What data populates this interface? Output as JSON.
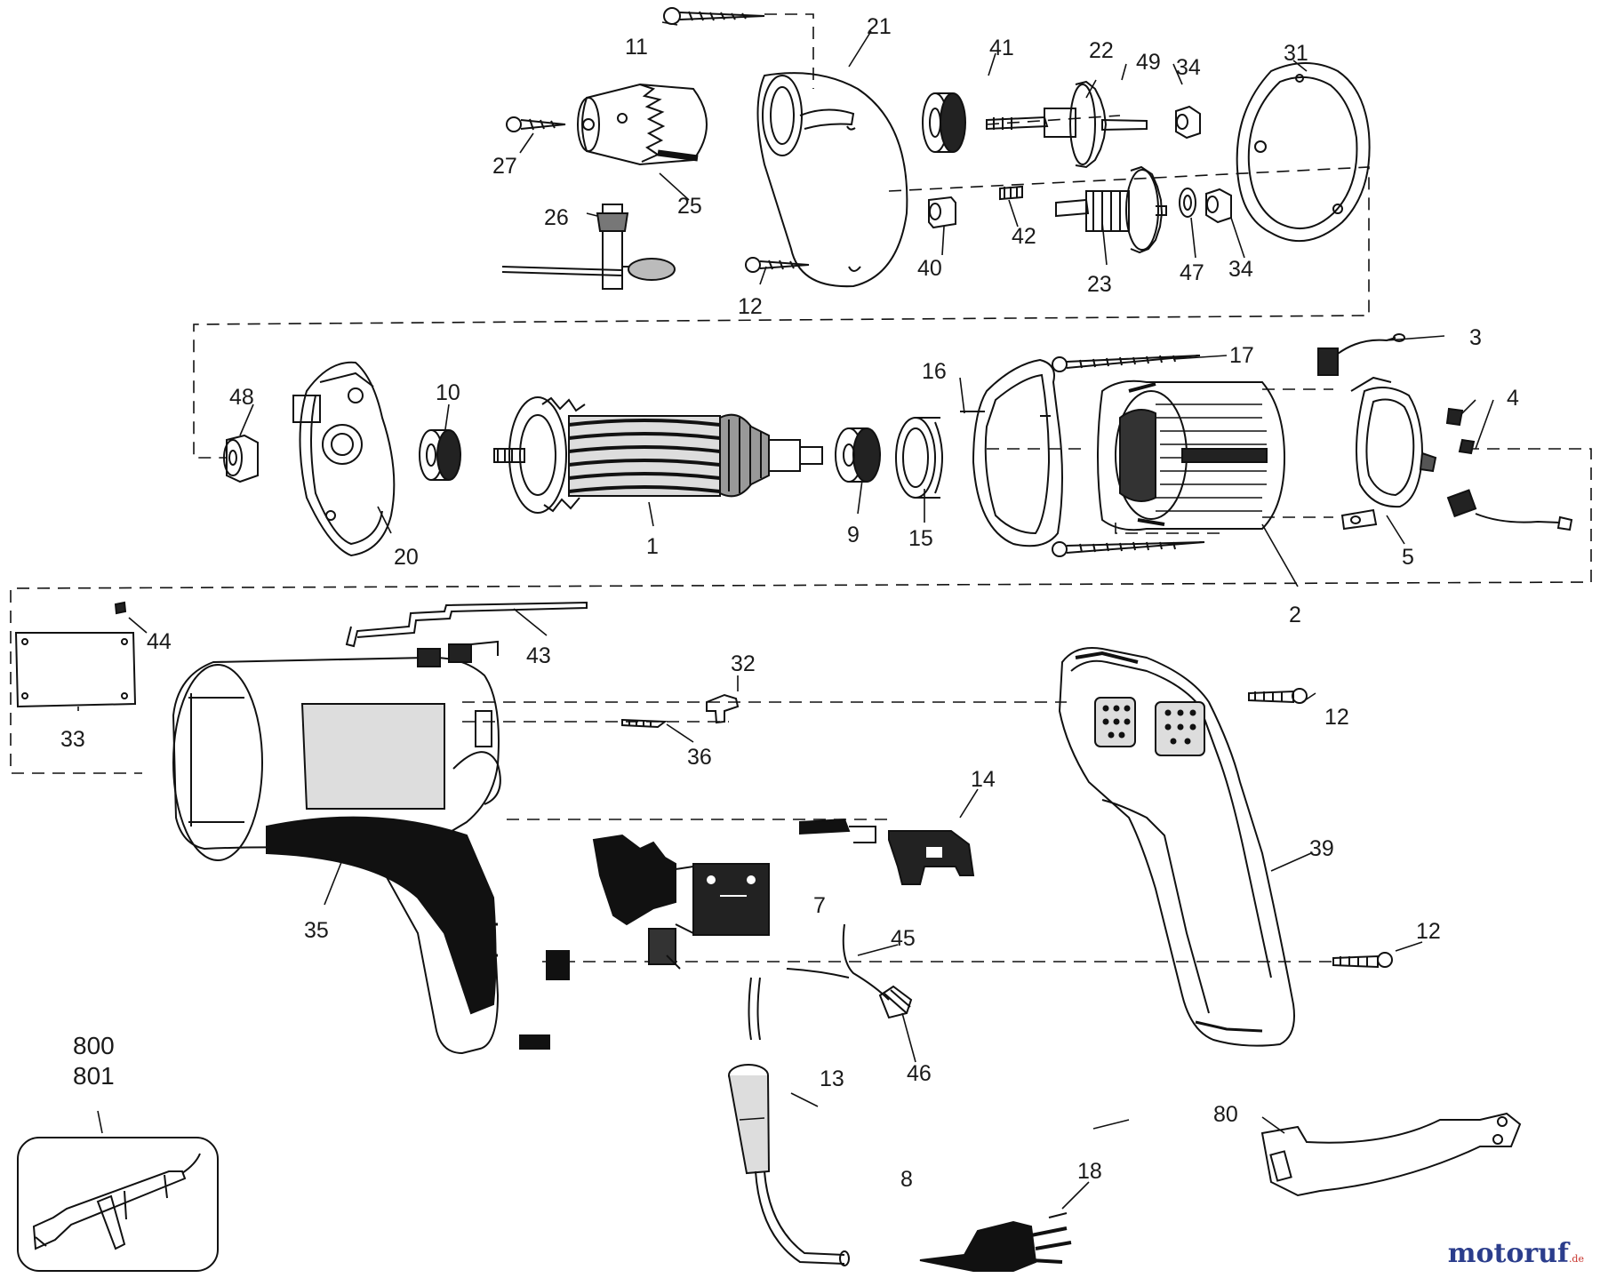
{
  "diagram": {
    "labels": {
      "p1": "1",
      "p2": "2",
      "p3": "3",
      "p4": "4",
      "p5": "5",
      "p7": "7",
      "p8": "8",
      "p9": "9",
      "p10": "10",
      "p11": "11",
      "p12a": "12",
      "p12b": "12",
      "p12c": "12",
      "p13": "13",
      "p14": "14",
      "p15": "15",
      "p16": "16",
      "p17": "17",
      "p18": "18",
      "p20": "20",
      "p21": "21",
      "p22": "22",
      "p23": "23",
      "p25": "25",
      "p26": "26",
      "p27": "27",
      "p31": "31",
      "p32": "32",
      "p33": "33",
      "p34a": "34",
      "p34b": "34",
      "p35": "35",
      "p36": "36",
      "p39": "39",
      "p40": "40",
      "p41": "41",
      "p42": "42",
      "p43": "43",
      "p44": "44",
      "p45": "45",
      "p46": "46",
      "p47": "47",
      "p48": "48",
      "p49": "49",
      "p80": "80",
      "p800": "800",
      "p801": "801"
    }
  },
  "watermark": {
    "brand": "motoruf",
    "suffix": ".de",
    "color_brand": "#2b3d8c",
    "color_accent": "#c8322b"
  }
}
